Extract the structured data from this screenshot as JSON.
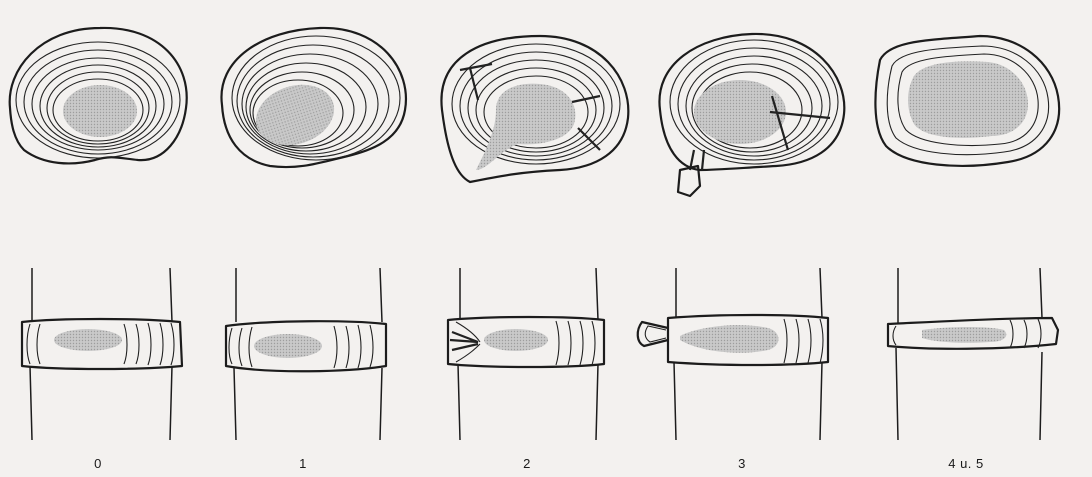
{
  "figure": {
    "stage_labels": [
      "0",
      "1",
      "2",
      "3",
      "4 u. 5"
    ]
  }
}
